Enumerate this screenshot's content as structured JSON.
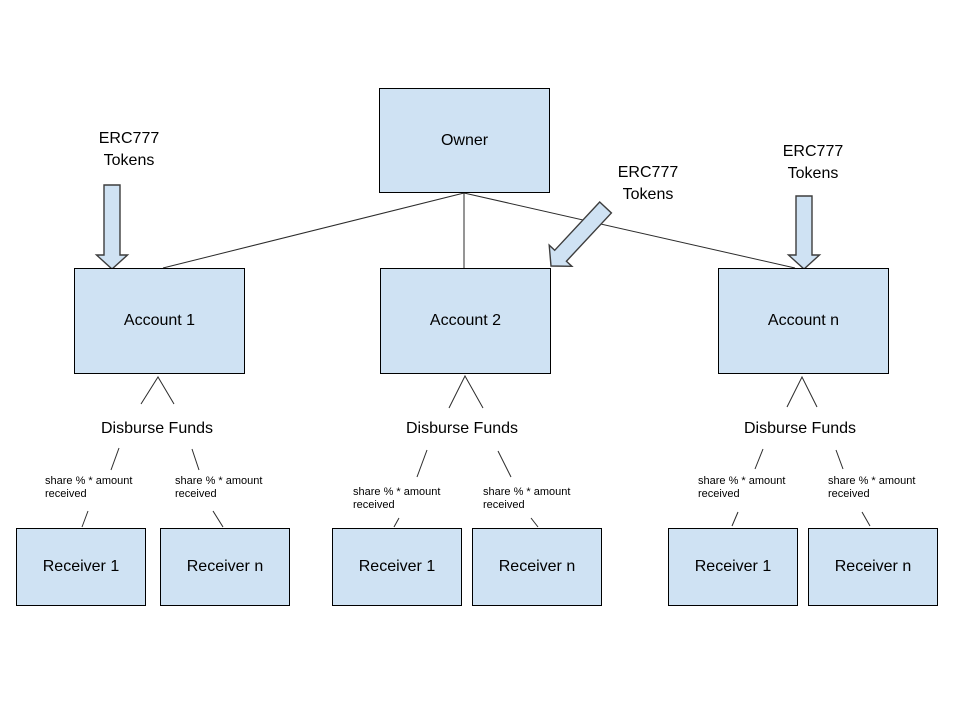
{
  "diagram": {
    "title_semantic": "ERC777 token disbursement flow",
    "owner": {
      "label": "Owner"
    },
    "token_label": {
      "line1": "ERC777",
      "line2": "Tokens"
    },
    "disburse_label": "Disburse Funds",
    "share_label": {
      "line1": "share % * amount",
      "line2": "received"
    },
    "accounts": [
      {
        "label": "Account 1"
      },
      {
        "label": "Account 2"
      },
      {
        "label": "Account n"
      }
    ],
    "receivers": {
      "left": {
        "label": "Receiver 1"
      },
      "right": {
        "label": "Receiver n"
      }
    }
  },
  "colors": {
    "background": "#ffffff",
    "box_fill": "#cfe2f3",
    "box_border": "#000000",
    "block_arrow_fill": "#cfe2f3",
    "block_arrow_border": "#3d3d3d",
    "connector_line": "#2b2b2b",
    "text": "#000000"
  }
}
